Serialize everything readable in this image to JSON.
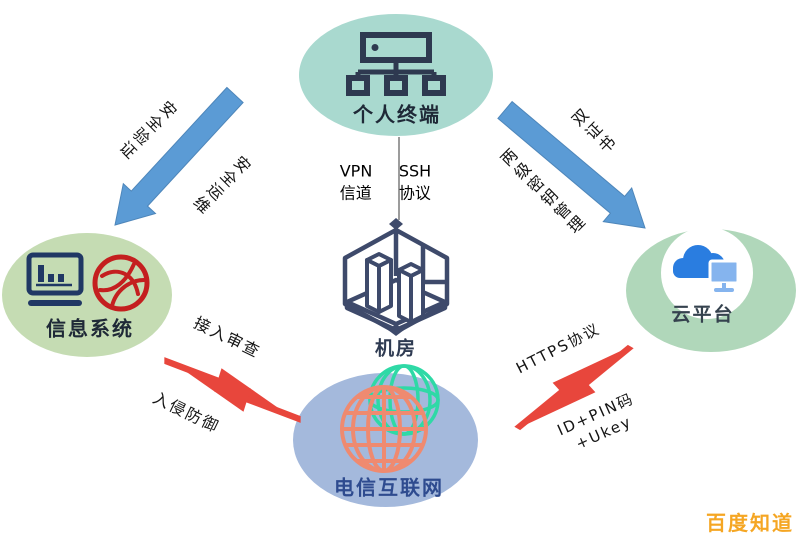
{
  "nodes": {
    "personal_terminal": "个人终端",
    "information_system": "信息系统",
    "server_room": "机房",
    "cloud_platform": "云平台",
    "telecom_internet": "电信互联网"
  },
  "edges": {
    "security_verification": "安全验证",
    "security_operations": "安全运维",
    "vpn_channel": "VPN\n信道",
    "ssh_protocol": "SSH\n协议",
    "dual_certificate": "双证书",
    "two_level_key_management": "两级密钥管理",
    "access_review": "接入审查",
    "intrusion_prevention": "入侵防御",
    "https_protocol": "HTTPS协议",
    "id_pin_ukey": "ID+PIN码\n+Ukey"
  },
  "watermark": {
    "text": "百度知道"
  },
  "icons": {
    "personal_terminal": "network-terminal-icon",
    "information_system": [
      "monitor-chart-icon",
      "red-globe-emblem-icon"
    ],
    "server_room": "isometric-server-room-icon",
    "cloud_platform": "cloud-with-screen-icon",
    "telecom_internet": "double-globe-icon"
  },
  "colors": {
    "ellipse_top": "#a9d9cf",
    "ellipse_left": "#c5dcb3",
    "ellipse_right": "#b0d7ba",
    "ellipse_bottom": "#a4b9dc",
    "blue_arrow": "#5b9bd5",
    "red_arrow": "#e8463c",
    "server_room_icon": "#3e4a6b",
    "terminal_icon": "#2e3950",
    "monitor_icon": "#203864",
    "emblem_icon": "#c41f1f",
    "cloud_icon": "#2a7de0",
    "globe_main": "#ef8a70",
    "globe_secondary": "#2fd9a6",
    "telecom_label": "#2e4b8f",
    "watermark": "#f5a623"
  }
}
